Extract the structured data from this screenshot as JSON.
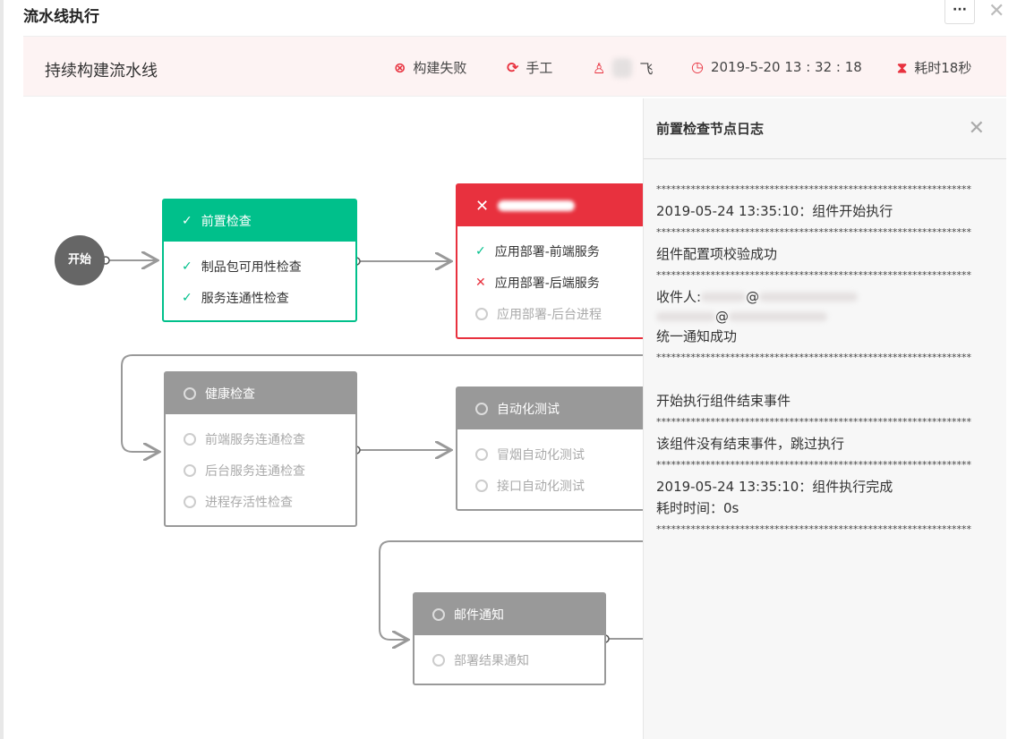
{
  "window": {
    "title": "流水线执行",
    "more_label": "···",
    "close_label": "✕"
  },
  "banner": {
    "name": "持续构建流水线",
    "status": "构建失败",
    "trigger": "手工",
    "user": "飞",
    "time": "2019-5-20 13 : 32 : 18",
    "duration": "耗时18秒",
    "colors": {
      "failed": "#e8313e"
    }
  },
  "flow": {
    "start": "开始",
    "nodes": [
      {
        "title": "前置检查",
        "status": "success",
        "items": [
          {
            "label": "制品包可用性检查",
            "status": "success"
          },
          {
            "label": "服务连通性检查",
            "status": "success"
          }
        ]
      },
      {
        "title": "",
        "status": "failed",
        "items": [
          {
            "label": "应用部署-前端服务",
            "status": "success"
          },
          {
            "label": "应用部署-后端服务",
            "status": "failed"
          },
          {
            "label": "应用部署-后台进程",
            "status": "pending"
          }
        ]
      },
      {
        "title": "健康检查",
        "status": "pending",
        "items": [
          {
            "label": "前端服务连通检查",
            "status": "pending"
          },
          {
            "label": "后台服务连通检查",
            "status": "pending"
          },
          {
            "label": "进程存活性检查",
            "status": "pending"
          }
        ]
      },
      {
        "title": "自动化测试",
        "status": "pending",
        "items": [
          {
            "label": "冒烟自动化测试",
            "status": "pending"
          },
          {
            "label": "接口自动化测试",
            "status": "pending"
          }
        ]
      },
      {
        "title": "邮件通知",
        "status": "pending",
        "items": [
          {
            "label": "部署结果通知",
            "status": "pending"
          }
        ]
      }
    ]
  },
  "panel": {
    "title": "前置检查节点日志",
    "close_label": "✕",
    "stars": "****************************************************************",
    "log": {
      "l1": "2019-05-24 13:35:10：组件开始执行",
      "l2": "组件配置项校验成功",
      "l3": "收件人:",
      "l3b": "@",
      "l4": "@",
      "l5": "统一通知成功",
      "l6": "开始执行组件结束事件",
      "l7": "该组件没有结束事件，跳过执行",
      "l8": "2019-05-24 13:35:10：组件执行完成",
      "l9": "耗时时间：0s"
    }
  }
}
